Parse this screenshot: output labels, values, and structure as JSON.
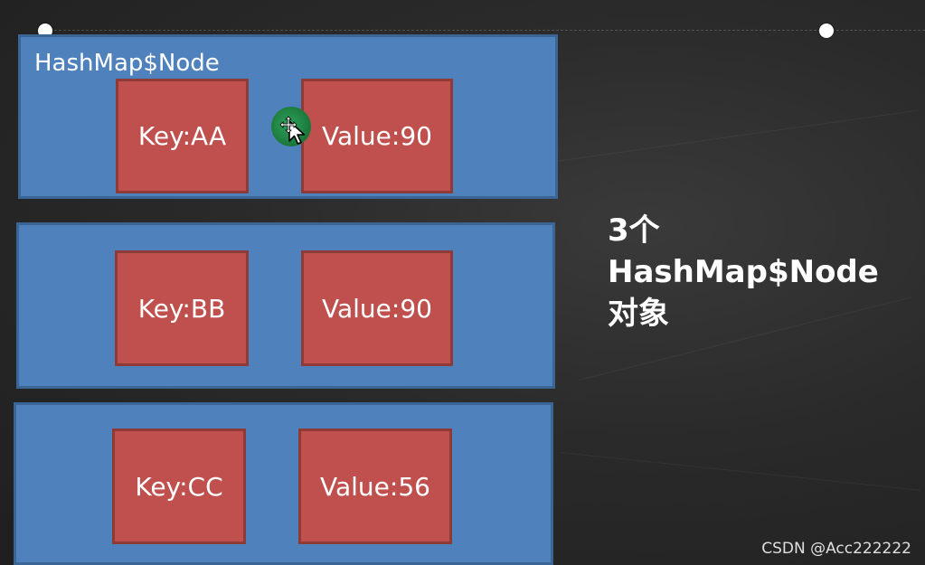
{
  "diagram": {
    "nodes": [
      {
        "label": "HashMap$Node",
        "key": "Key:AA",
        "value": "Value:90"
      },
      {
        "label": "",
        "key": "Key:BB",
        "value": "Value:90"
      },
      {
        "label": "",
        "key": "Key:CC",
        "value": "Value:56"
      }
    ],
    "caption": {
      "line1": "3个",
      "line2": "HashMap$Node",
      "line3": "对象"
    }
  },
  "watermark": "CSDN @Acc222222",
  "colors": {
    "node_fill": "#4f81bd",
    "cell_fill": "#c0504d",
    "background": "#2a2a2a",
    "cursor_highlight": "#1c7c3f"
  },
  "icons": {
    "cursor": "pointer-arrow-icon",
    "move": "move-icon"
  }
}
